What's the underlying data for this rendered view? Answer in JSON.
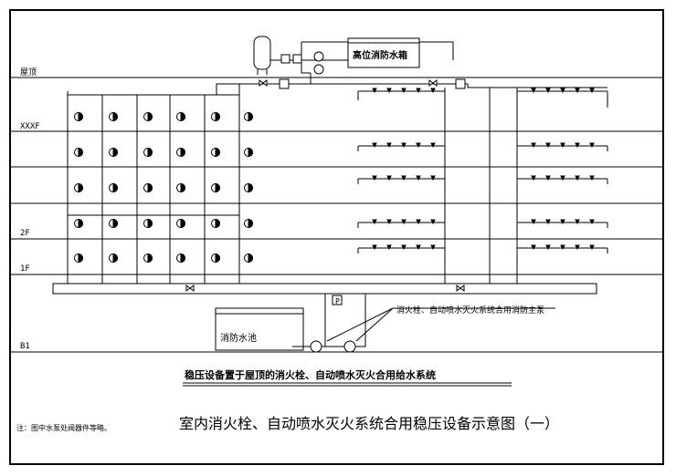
{
  "floors": {
    "roof": "屋顶",
    "xxxf": "XXXF",
    "f2": "2F",
    "f1": "1F",
    "b1": "B1"
  },
  "equipment": {
    "tank": "高位消防水箱",
    "pool": "消防水池",
    "pump_note": "消火栓、自动喷水灭火系统合用消防主泵",
    "gauge_symbol": "P"
  },
  "titles": {
    "system": "稳压设备置于屋顶的消火栓、自动喷水灭火合用给水系统",
    "main": "室内消火栓、自动喷水灭火系统合用稳压设备示意图（一）"
  },
  "note": "注：图中水泵处阀器件等略。"
}
